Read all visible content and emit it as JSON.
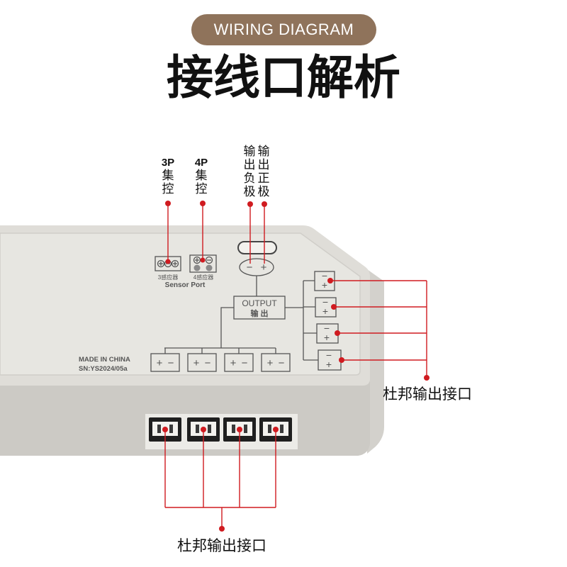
{
  "header": {
    "badge": "WIRING DIAGRAM",
    "title": "接线口解析"
  },
  "callouts": {
    "sensor_3p": {
      "code": "3P",
      "chars": [
        "集",
        "控"
      ]
    },
    "sensor_4p": {
      "code": "4P",
      "chars": [
        "集",
        "控"
      ]
    },
    "output_negative": {
      "chars": [
        "输",
        "出",
        "负",
        "极"
      ]
    },
    "output_positive": {
      "chars": [
        "输",
        "出",
        "正",
        "极"
      ]
    },
    "side_ports_label": "杜邦输出接口",
    "front_ports_label": "杜邦输出接口"
  },
  "device": {
    "polarity": {
      "minus": "−",
      "plus": "+"
    },
    "sensor_3_label": "3感应器",
    "sensor_4_label": "4感应器",
    "sensor_port_label": "Sensor Port",
    "output_label_en": "OUTPUT",
    "output_label_cn": "输 出",
    "made_in": "MADE IN CHINA",
    "serial": "SN:YS2024/05a",
    "front_outputs": [
      {
        "plus": "+",
        "minus": "−"
      },
      {
        "plus": "+",
        "minus": "−"
      },
      {
        "plus": "+",
        "minus": "−"
      },
      {
        "plus": "+",
        "minus": "−"
      }
    ],
    "side_outputs": [
      {
        "minus": "−",
        "plus": "+"
      },
      {
        "minus": "−",
        "plus": "+"
      },
      {
        "minus": "−",
        "plus": "+"
      },
      {
        "minus": "−",
        "plus": "+"
      }
    ]
  },
  "colors": {
    "badge": "#8f735b",
    "callout_red": "#d01b20",
    "device_top": "#dfddd8",
    "device_front": "#cccac5",
    "print": "#555555"
  }
}
